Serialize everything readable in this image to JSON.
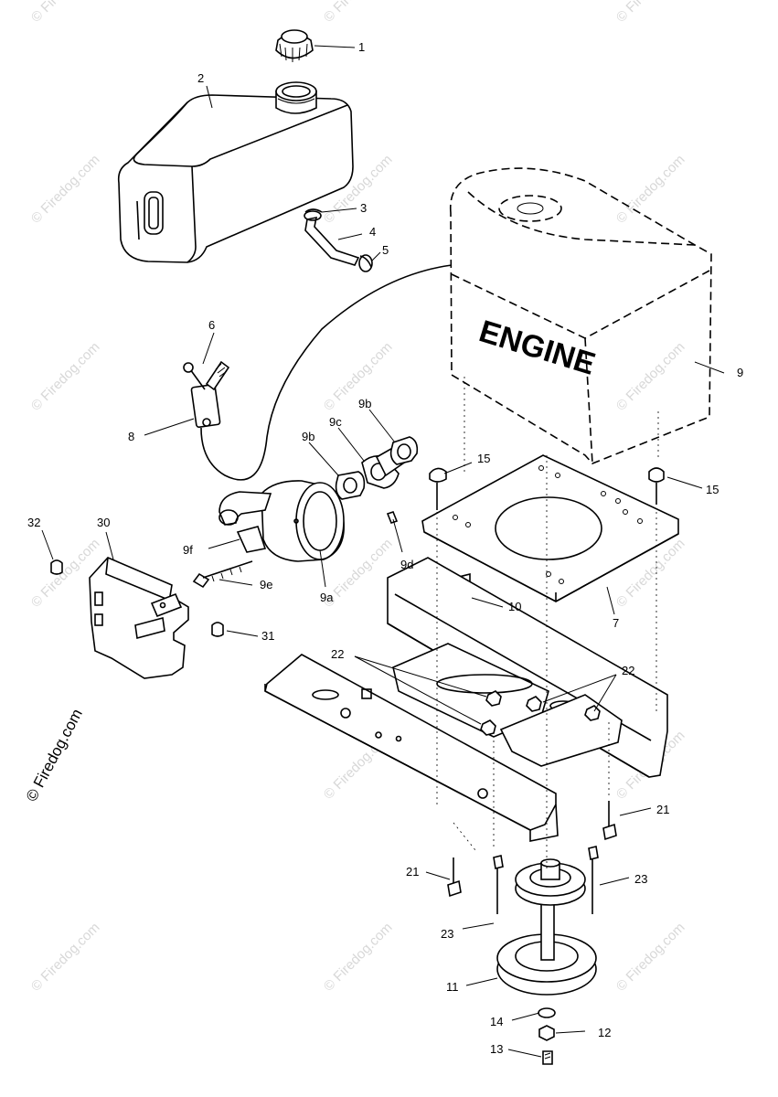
{
  "engine_label": "ENGINE",
  "credit": "© Firedog.com",
  "watermark": "© Firedog.com",
  "callouts": {
    "c1": "1",
    "c2": "2",
    "c3": "3",
    "c4": "4",
    "c5": "5",
    "c6": "6",
    "c7": "7",
    "c8": "8",
    "c9": "9",
    "c9a": "9a",
    "c9b_left": "9b",
    "c9b_top": "9b",
    "c9c": "9c",
    "c9d": "9d",
    "c9e": "9e",
    "c9f": "9f",
    "c10": "10",
    "c11": "11",
    "c12": "12",
    "c13": "13",
    "c14": "14",
    "c15_left": "15",
    "c15_right": "15",
    "c21_right": "21",
    "c21_left": "21",
    "c22_left": "22",
    "c22_right": "22",
    "c23_right": "23",
    "c23_left": "23",
    "c30": "30",
    "c31": "31",
    "c32": "32"
  }
}
